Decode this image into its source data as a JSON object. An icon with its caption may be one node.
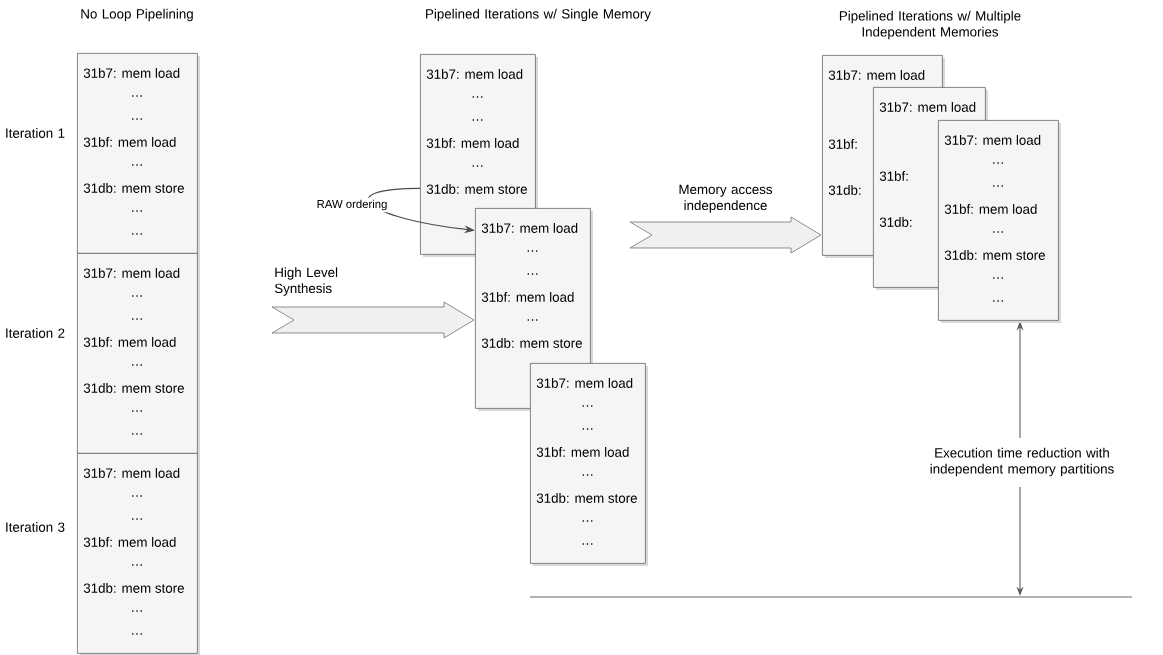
{
  "diagram": {
    "nodes": [
      {
        "text": [
          "31b7: mem load",
          "…",
          "…",
          "31bf: mem load",
          "…",
          "31db: mem store",
          "…",
          "…"
        ]
      },
      {
        "text": [
          "31b7: mem load",
          "…",
          "…",
          "31bf: mem load",
          "…",
          "31db: mem store",
          "…",
          "…"
        ]
      },
      {
        "text": [
          "31b7: mem load",
          "…",
          "…",
          "31bf: mem load",
          "…",
          "31db: mem store",
          "…",
          "…"
        ]
      },
      {
        "text": [
          "31b7: mem load",
          "…",
          "…",
          "31bf: mem load",
          "…",
          "31db: mem store"
        ]
      },
      {
        "text": [
          "31b7: mem load",
          "…",
          "…",
          "31bf: mem load",
          "…",
          "31db: mem store"
        ]
      },
      {
        "text": [
          "31b7: mem load",
          "…",
          "…",
          "31bf: mem load",
          "…",
          "31db: mem store",
          "…",
          "…"
        ]
      },
      {
        "text": [
          "31b7: mem load",
          "31bf:",
          "31db:"
        ]
      },
      {
        "text": [
          "31b7: mem load",
          "31bf:",
          "31db:"
        ]
      },
      {
        "text": [
          "31b7: mem load",
          "…",
          "…",
          "31bf: mem load",
          "…",
          "31db: mem store",
          "…",
          "…"
        ]
      }
    ],
    "edges": [
      {
        "from": 3,
        "to": 4,
        "arrow": "to",
        "label": "RAW ordering"
      },
      {
        "from": 1,
        "to": 4,
        "arrow": "to",
        "label": "High Level Synthesis"
      },
      {
        "from": 4,
        "to": 6,
        "arrow": "to",
        "label": "Memory access independence"
      }
    ],
    "labels": [
      "No Loop Pipelining",
      "Pipelined Iterations w/ Single Memory",
      "Pipelined Iterations w/ Multiple Independent Memories",
      "Iteration 1",
      "Iteration 2",
      "Execution time reduction with independent memory partitions",
      "Iteration 3"
    ]
  }
}
